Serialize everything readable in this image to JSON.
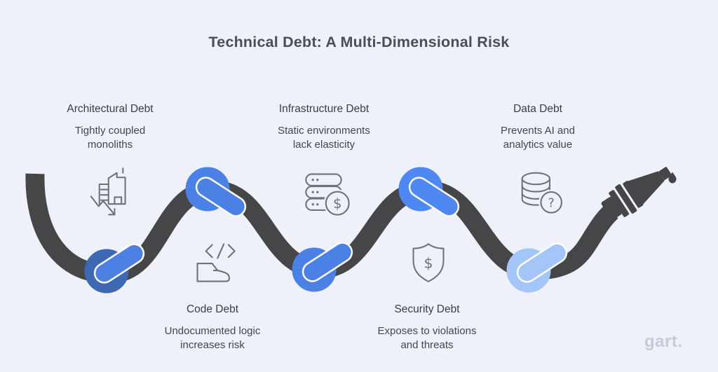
{
  "title": "Technical Debt: A Multi-Dimensional Risk",
  "logo": "gart.",
  "items": [
    {
      "title": "Architectural Debt",
      "description": "Tightly coupled monoliths",
      "icon": "declining-building-icon",
      "position": "top"
    },
    {
      "title": "Code Debt",
      "description": "Undocumented logic increases risk",
      "icon": "code-brackets-icon",
      "position": "bottom"
    },
    {
      "title": "Infrastructure Debt",
      "description": "Static environments lack elasticity",
      "icon": "server-cost-icon",
      "position": "top"
    },
    {
      "title": "Security Debt",
      "description": "Exposes to violations and threats",
      "icon": "shield-dollar-icon",
      "position": "bottom"
    },
    {
      "title": "Data Debt",
      "description": "Prevents AI and analytics value",
      "icon": "database-question-icon",
      "position": "top"
    }
  ],
  "glyphs": {
    "dollar": "$",
    "question": "?"
  },
  "colors": {
    "background": "#eef1fa",
    "hose": "#464649",
    "knot_dark_blue": "#3e68b2",
    "knot_blue": "#4b81e4",
    "knot_bright_blue": "#4f88f2",
    "knot_light_blue": "#a4c5f8",
    "icon_stroke": "#6e727c",
    "title_text": "#4d4e54",
    "label_text": "#43464d",
    "logo_text": "#c7cbd7"
  }
}
